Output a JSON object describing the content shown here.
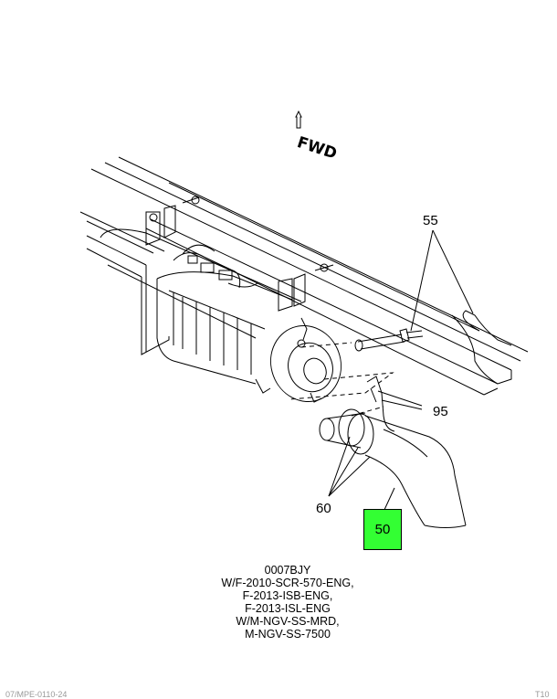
{
  "diagram": {
    "fwd_label": "FWD",
    "callouts": {
      "c55": "55",
      "c95": "95",
      "c60": "60",
      "c50": "50"
    },
    "highlight_color": "#33ff33",
    "caption_lines": [
      "0007BJY",
      "W/F-2010-SCR-570-ENG,",
      "F-2013-ISB-ENG,",
      "F-2013-ISL-ENG",
      "W/M-NGV-SS-MRD,",
      "M-NGV-SS-7500"
    ],
    "footer_left": "07/MPE-0110-24",
    "footer_right": "T10"
  }
}
